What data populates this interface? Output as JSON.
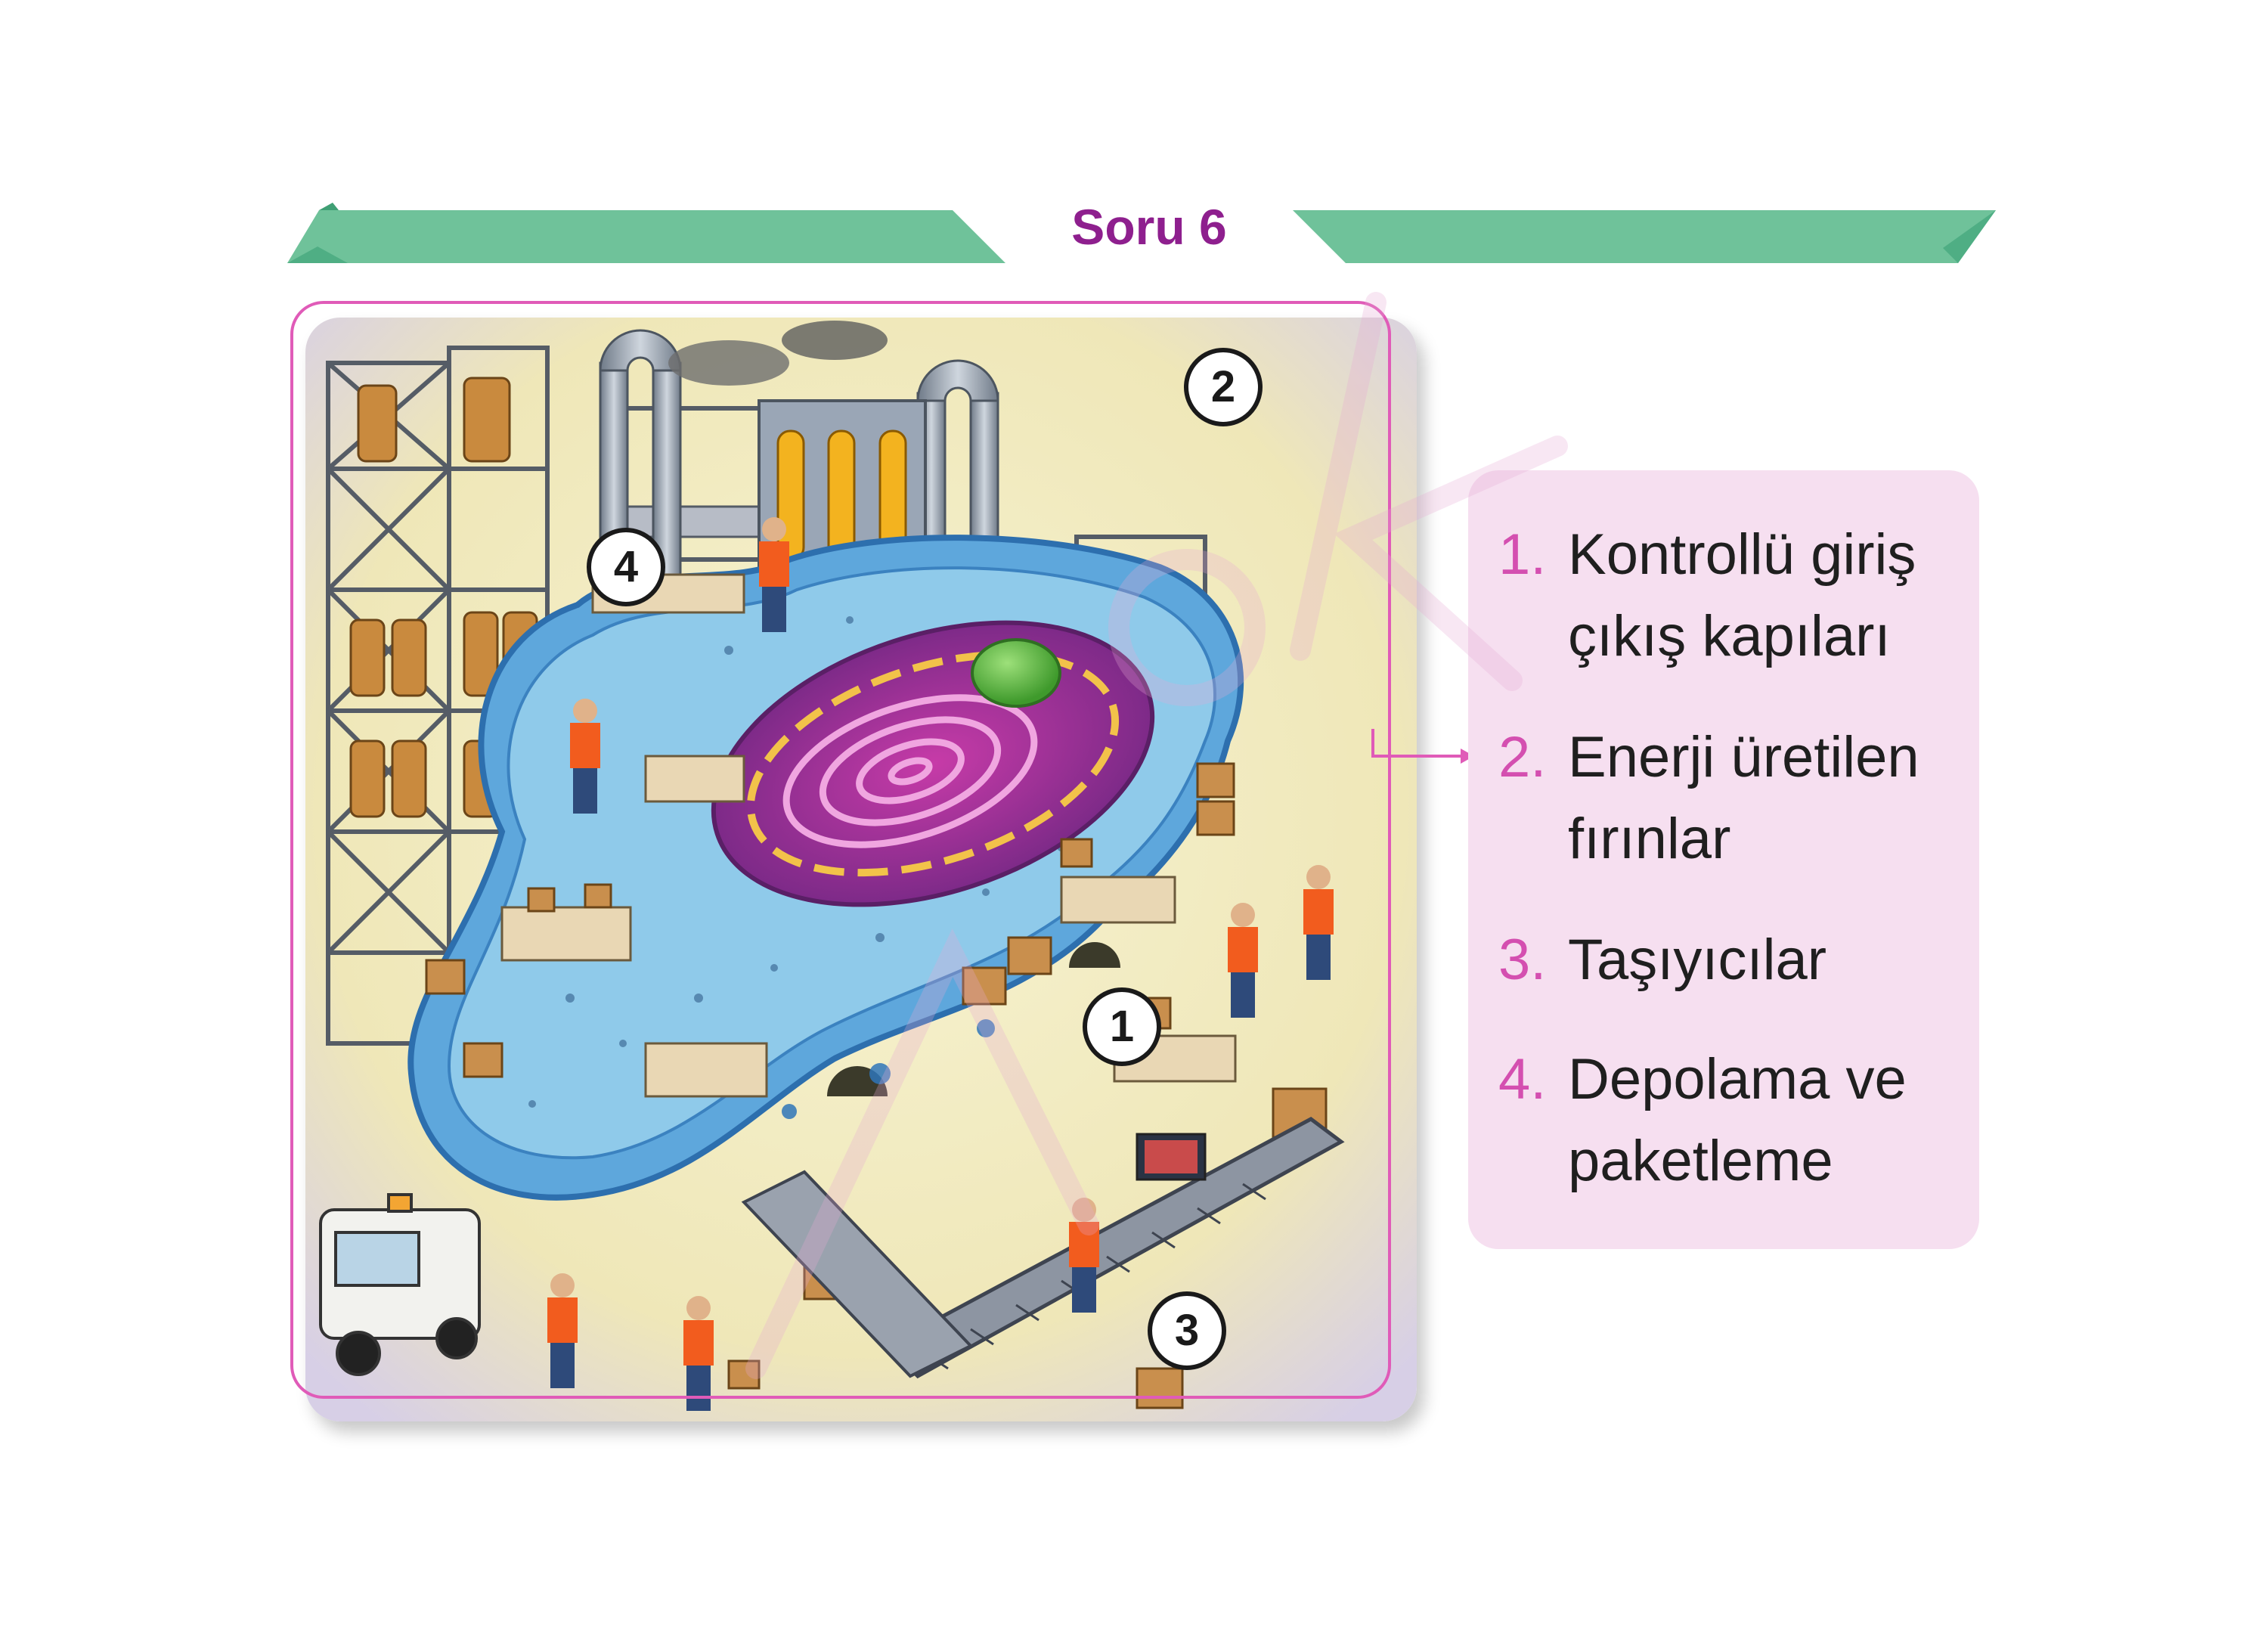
{
  "title": "Soru 6",
  "markers": [
    "1",
    "2",
    "3",
    "4"
  ],
  "legend": [
    {
      "number": "1.",
      "text": "Kontrollü giriş çıkış kapıları"
    },
    {
      "number": "2.",
      "text": "Enerji üretilen fırınlar"
    },
    {
      "number": "3.",
      "text": "Taşıyıcılar"
    },
    {
      "number": "4.",
      "text": "Depolama ve paketleme"
    }
  ],
  "colors": {
    "title": "#8e1f8e",
    "banner": "#6fc29a",
    "frame": "#e05bb8",
    "legend_bg": "#f6dff0",
    "legend_number": "#d44fb0"
  }
}
